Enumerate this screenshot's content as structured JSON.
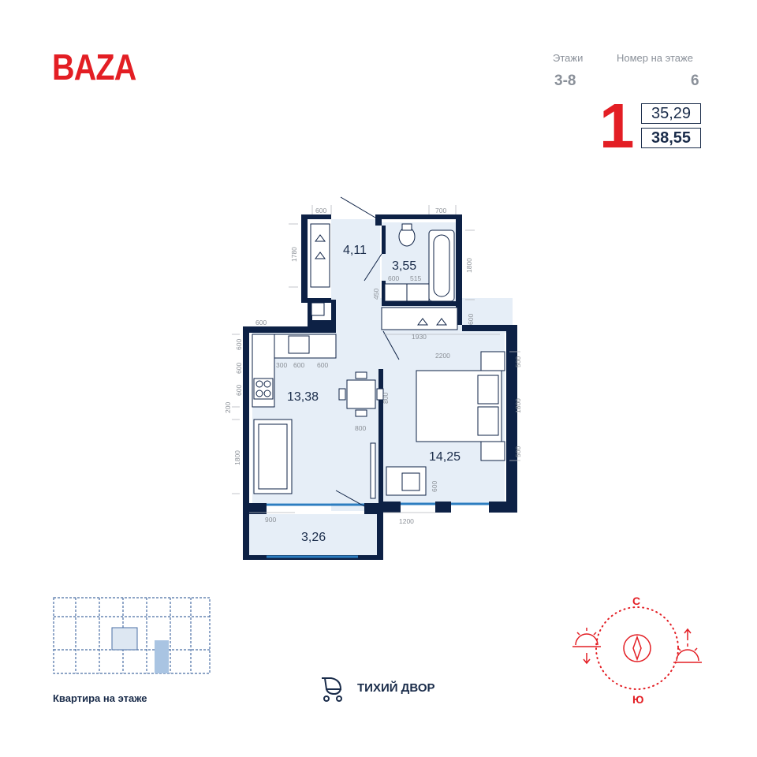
{
  "brand": {
    "logo": "BAZA",
    "color": "#e31e24"
  },
  "header": {
    "floors_label": "Этажи",
    "floors_value": "3-8",
    "number_label": "Номер на этаже",
    "number_value": "6"
  },
  "apartment": {
    "rooms": "1",
    "living_area": "35,29",
    "total_area": "38,55"
  },
  "rooms": {
    "hall": "4,11",
    "bathroom": "3,55",
    "kitchen": "13,38",
    "bedroom": "14,25",
    "balcony": "3,26"
  },
  "dimensions": {
    "d600_top": "600",
    "d1780": "1780",
    "d700": "700",
    "d1800_bath": "1800",
    "d600_sink": "600",
    "d515": "515",
    "d450": "450",
    "d600_wardrobe": "600",
    "d1930": "1930",
    "d600_kitchen": "600",
    "d600_side1": "600",
    "d600_side2": "600",
    "d600_side3": "600",
    "d300": "300",
    "d600_k1": "600",
    "d600_k2": "600",
    "d200": "200",
    "d800_v": "800",
    "d800_h": "800",
    "d1800_sofa": "1800",
    "d900": "900",
    "d2200": "2200",
    "d500_top": "500",
    "d1800_bed": "1800",
    "d500_bot": "500",
    "d600_desk": "600",
    "d1200": "1200"
  },
  "footer": {
    "floor_caption": "Квартира на этаже",
    "yard": "ТИХИЙ ДВОР",
    "icon": "stroller-icon"
  },
  "compass": {
    "north": "С",
    "south": "Ю",
    "icon": "compass-icon"
  },
  "colors": {
    "wall": "#0d2145",
    "floor": "#e6eef7",
    "accent": "#e31e24",
    "window": "#2c7dc0",
    "dim": "#8a8f96"
  }
}
